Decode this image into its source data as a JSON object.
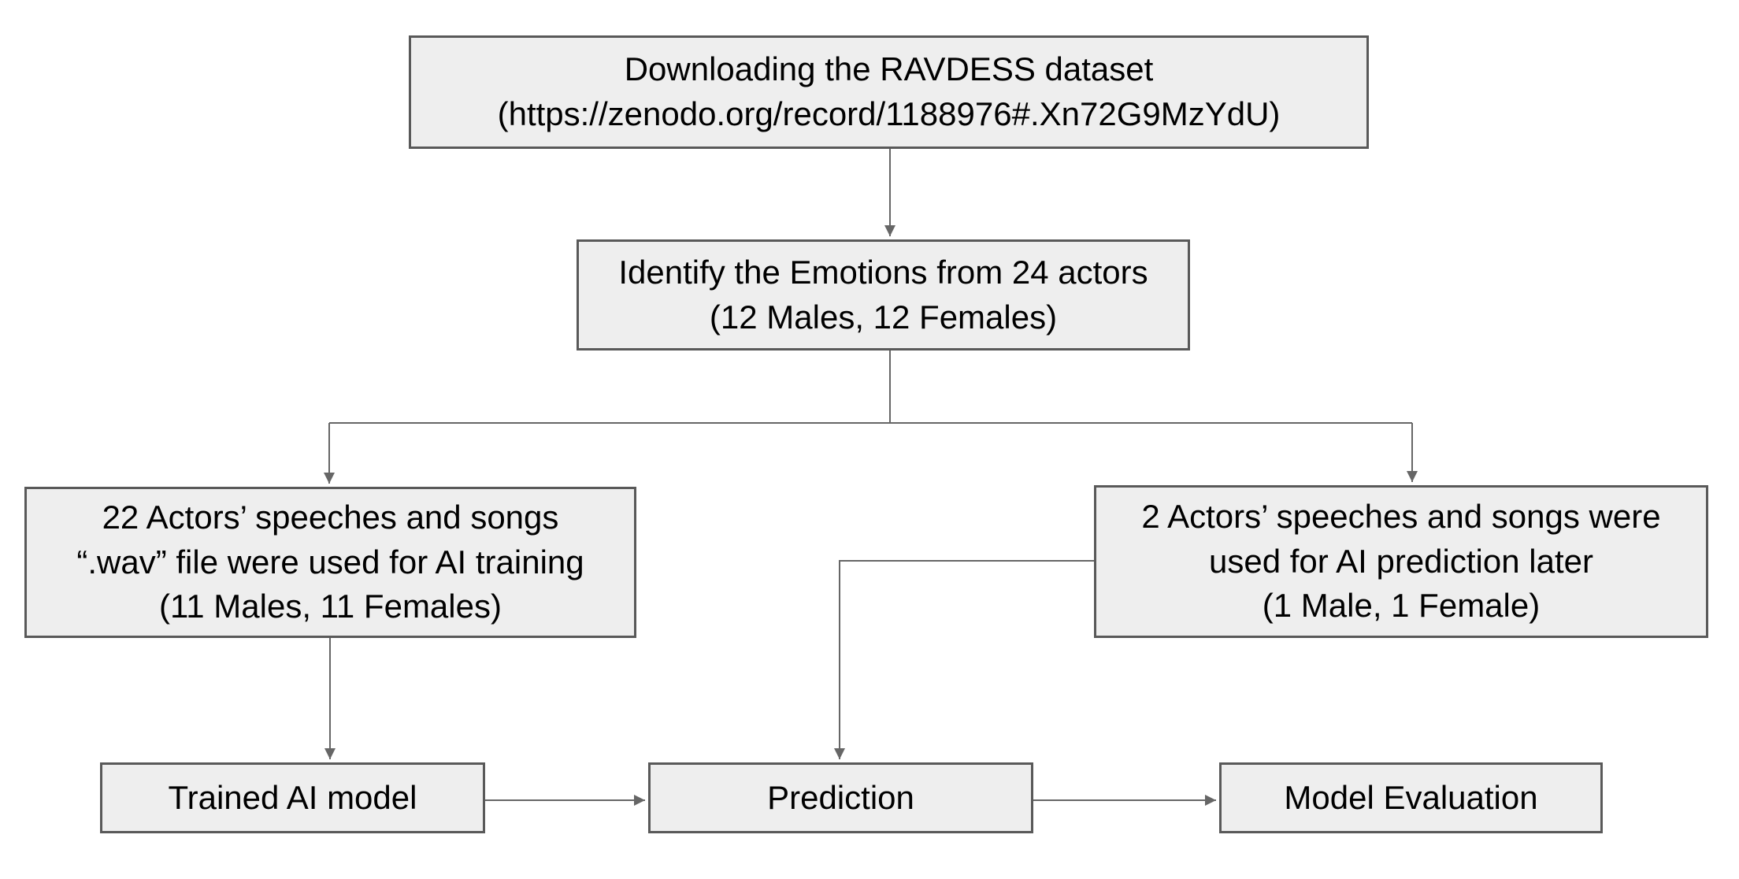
{
  "diagram": {
    "description": "Flowchart of RAVDESS dataset AI training and prediction pipeline",
    "colors": {
      "background": "#ffffff",
      "node_fill": "#eeeeee",
      "node_border": "#595959",
      "connector": "#666666",
      "text": "#000000"
    },
    "nodes": {
      "download": {
        "label": "Downloading the RAVDESS dataset\n(https://zenodo.org/record/1188976#.Xn72G9MzYdU)"
      },
      "identify": {
        "label": "Identify the Emotions from 24 actors\n(12 Males, 12 Females)"
      },
      "training_set": {
        "label": "22 Actors’ speeches and songs\n“.wav” file were used for AI training\n(11 Males, 11 Females)"
      },
      "prediction_set": {
        "label": "2 Actors’ speeches and songs were\nused for AI prediction later\n(1 Male, 1 Female)"
      },
      "trained_model": {
        "label": "Trained AI model"
      },
      "prediction": {
        "label": "Prediction"
      },
      "model_evaluation": {
        "label": "Model Evaluation"
      }
    },
    "edges": [
      "download -> identify",
      "identify -> training_set",
      "identify -> prediction_set",
      "training_set -> trained_model",
      "prediction_set -> prediction",
      "trained_model -> prediction",
      "prediction -> model_evaluation"
    ]
  }
}
